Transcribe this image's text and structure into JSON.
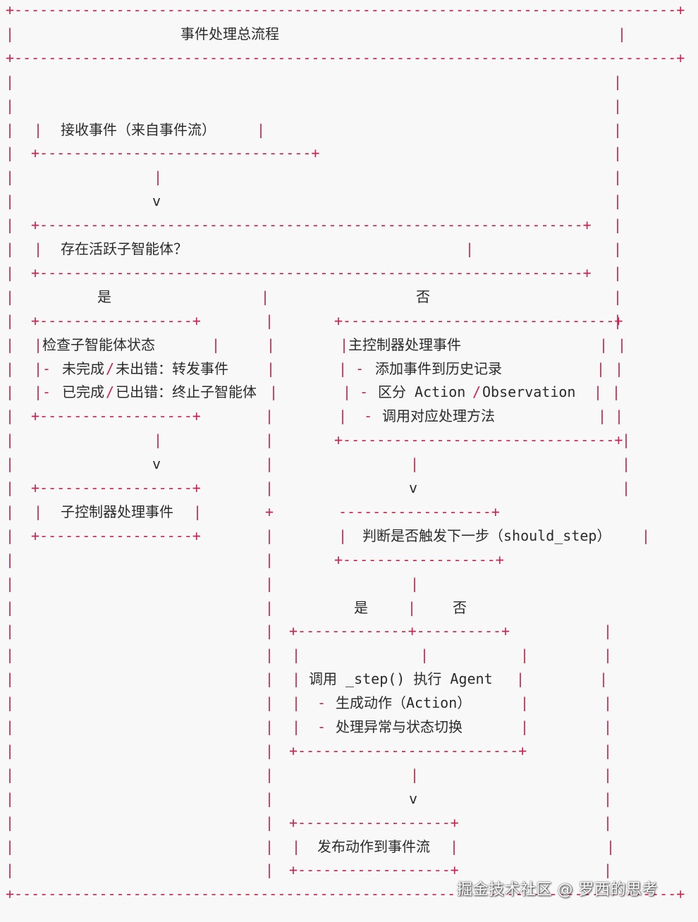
{
  "diagram": {
    "lines": [
      [
        [
          "+------------------------------------------------------------------------------+",
          "b",
          8
        ]
      ],
      [
        [
          "|",
          "b",
          8
        ],
        [
          "事件处理总流程",
          "t",
          256
        ],
        [
          "|",
          "b",
          876
        ]
      ],
      [
        [
          "+------------------------------------------------------------------------------+",
          "b",
          8
        ]
      ],
      [
        [
          "|",
          "b",
          8
        ],
        [
          "|",
          "b",
          870
        ]
      ],
      [
        [
          "|",
          "b",
          8
        ],
        [
          "|",
          "b",
          870
        ]
      ],
      [
        [
          "|",
          "b",
          8
        ],
        [
          "|",
          "b",
          48
        ],
        [
          "接收事件（来自事件流）",
          "t",
          86
        ],
        [
          "|",
          "b",
          364
        ],
        [
          "|",
          "b",
          870
        ]
      ],
      [
        [
          "|",
          "b",
          8
        ],
        [
          "+--------------------------------+",
          "b",
          44
        ],
        [
          "|",
          "b",
          870
        ]
      ],
      [
        [
          "|",
          "b",
          8
        ],
        [
          "|",
          "b",
          218
        ],
        [
          "|",
          "b",
          870
        ]
      ],
      [
        [
          "|",
          "b",
          8
        ],
        [
          "v",
          "t",
          216
        ],
        [
          "|",
          "b",
          870
        ]
      ],
      [
        [
          "|",
          "b",
          8
        ],
        [
          "+----------------------------------------------------------------+",
          "b",
          44
        ],
        [
          "|",
          "b",
          870
        ]
      ],
      [
        [
          "|",
          "b",
          8
        ],
        [
          "|",
          "b",
          48
        ],
        [
          "存在活跃子智能体？",
          "t",
          86
        ],
        [
          "|",
          "b",
          660
        ],
        [
          "|",
          "b",
          870
        ]
      ],
      [
        [
          "|",
          "b",
          8
        ],
        [
          "+----------------------------------------------------------------+",
          "b",
          44
        ],
        [
          "|",
          "b",
          870
        ]
      ],
      [
        [
          "|",
          "b",
          8
        ],
        [
          "是",
          "t",
          138
        ],
        [
          "|",
          "b",
          370
        ],
        [
          "否",
          "t",
          590
        ],
        [
          "|",
          "b",
          870
        ]
      ],
      [
        [
          "|",
          "b",
          8
        ],
        [
          "+------------------+",
          "b",
          44
        ],
        [
          "|",
          "b",
          376
        ],
        [
          "+--------------------------------+",
          "b",
          474
        ],
        [
          "|",
          "b",
          870
        ]
      ],
      [
        [
          "|",
          "b",
          8
        ],
        [
          "|",
          "b",
          48
        ],
        [
          "检查子智能体状态",
          "t",
          60
        ],
        [
          "|",
          "b",
          300
        ],
        [
          "|",
          "b",
          378
        ],
        [
          "|",
          "b",
          482
        ],
        [
          "主控制器处理事件",
          "t",
          494
        ],
        [
          "|",
          "b",
          850
        ],
        [
          "|",
          "b",
          876
        ]
      ],
      [
        [
          "|",
          "b",
          8
        ],
        [
          "|- ",
          "b",
          48
        ],
        [
          "未完成",
          "t",
          88
        ],
        [
          "/",
          "b",
          150
        ],
        [
          "未出错：转发事件",
          "t",
          164
        ],
        [
          "|",
          "b",
          378
        ],
        [
          "| - ",
          "b",
          480
        ],
        [
          "添加事件到历史记录",
          "t",
          532
        ],
        [
          "|",
          "b",
          846
        ],
        [
          "|",
          "b",
          872
        ]
      ],
      [
        [
          "|",
          "b",
          8
        ],
        [
          "|- ",
          "b",
          48
        ],
        [
          "已完成",
          "t",
          88
        ],
        [
          "/",
          "b",
          150
        ],
        [
          "已出错：终止子智能体",
          "t",
          164
        ],
        [
          "|",
          "b",
          382
        ],
        [
          "| - ",
          "b",
          486
        ],
        [
          "区分 Action",
          "t",
          536
        ],
        [
          "/",
          "b",
          670
        ],
        [
          "Observation",
          "t",
          684
        ],
        [
          "|",
          "b",
          842
        ],
        [
          "|",
          "b",
          868
        ]
      ],
      [
        [
          "|",
          "b",
          8
        ],
        [
          "+------------------+",
          "b",
          44
        ],
        [
          "|",
          "b",
          376
        ],
        [
          "|  - ",
          "b",
          480
        ],
        [
          "调用对应处理方法",
          "t",
          542
        ],
        [
          "|",
          "b",
          848
        ],
        [
          "|",
          "b",
          872
        ]
      ],
      [
        [
          "|",
          "b",
          8
        ],
        [
          "|",
          "b",
          218
        ],
        [
          "|",
          "b",
          376
        ],
        [
          "+--------------------------------+",
          "b",
          474
        ],
        [
          "|",
          "b",
          882
        ]
      ],
      [
        [
          "|",
          "b",
          8
        ],
        [
          "v",
          "t",
          216
        ],
        [
          "|",
          "b",
          376
        ],
        [
          "|",
          "b",
          582
        ],
        [
          "|",
          "b",
          882
        ]
      ],
      [
        [
          "|",
          "b",
          8
        ],
        [
          "+------------------+",
          "b",
          44
        ],
        [
          "|",
          "b",
          376
        ],
        [
          "v",
          "t",
          580
        ],
        [
          "|",
          "b",
          882
        ]
      ],
      [
        [
          "|",
          "b",
          8
        ],
        [
          "|",
          "b",
          48
        ],
        [
          "子控制器处理事件",
          "t",
          86
        ],
        [
          "|",
          "b",
          274
        ],
        [
          "+",
          "b",
          376
        ],
        [
          "------------------+",
          "b",
          480
        ]
      ],
      [
        [
          "|",
          "b",
          8
        ],
        [
          "+------------------+",
          "b",
          44
        ],
        [
          "|",
          "b",
          376
        ],
        [
          "|",
          "b",
          480
        ],
        [
          "判断是否触发下一步（should_step）",
          "t",
          514
        ],
        [
          "|",
          "b",
          910
        ]
      ],
      [
        [
          "|",
          "b",
          8
        ],
        [
          "|",
          "b",
          376
        ],
        [
          "+------------------+",
          "b",
          474
        ]
      ],
      [
        [
          "|",
          "b",
          8
        ],
        [
          "|",
          "b",
          376
        ],
        [
          "|",
          "b",
          582
        ]
      ],
      [
        [
          "|",
          "b",
          8
        ],
        [
          "|",
          "b",
          376
        ],
        [
          "是",
          "t",
          502
        ],
        [
          "|",
          "b",
          578
        ],
        [
          "否",
          "t",
          642
        ]
      ],
      [
        [
          "|",
          "b",
          8
        ],
        [
          "|",
          "b",
          376
        ],
        [
          "+-------------+----------+",
          "b",
          410
        ],
        [
          "|",
          "b",
          856
        ]
      ],
      [
        [
          "|",
          "b",
          8
        ],
        [
          "|",
          "b",
          376
        ],
        [
          "|",
          "b",
          414
        ],
        [
          "|",
          "b",
          596
        ],
        [
          "|",
          "b",
          738
        ],
        [
          "|",
          "b",
          856
        ]
      ],
      [
        [
          "|",
          "b",
          8
        ],
        [
          "|",
          "b",
          376
        ],
        [
          "|",
          "b",
          414
        ],
        [
          "调用 _step() 执行 Agent",
          "t",
          438
        ],
        [
          "|",
          "b",
          732
        ],
        [
          "|",
          "b",
          850
        ]
      ],
      [
        [
          "|",
          "b",
          8
        ],
        [
          "|",
          "b",
          376
        ],
        [
          "|",
          "b",
          414
        ],
        [
          "- ",
          "b",
          450
        ],
        [
          "生成动作（Action）",
          "t",
          476
        ],
        [
          "|",
          "b",
          738
        ],
        [
          "|",
          "b",
          856
        ]
      ],
      [
        [
          "|",
          "b",
          8
        ],
        [
          "|",
          "b",
          376
        ],
        [
          "|",
          "b",
          414
        ],
        [
          "- ",
          "b",
          450
        ],
        [
          "处理异常与状态切换",
          "t",
          476
        ],
        [
          "|",
          "b",
          738
        ],
        [
          "|",
          "b",
          856
        ]
      ],
      [
        [
          "|",
          "b",
          8
        ],
        [
          "|",
          "b",
          376
        ],
        [
          "+--------------------------+",
          "b",
          410
        ],
        [
          "|",
          "b",
          856
        ]
      ],
      [
        [
          "|",
          "b",
          8
        ],
        [
          "|",
          "b",
          376
        ],
        [
          "|",
          "b",
          582
        ],
        [
          "|",
          "b",
          856
        ]
      ],
      [
        [
          "|",
          "b",
          8
        ],
        [
          "|",
          "b",
          376
        ],
        [
          "v",
          "t",
          580
        ],
        [
          "|",
          "b",
          856
        ]
      ],
      [
        [
          "|",
          "b",
          8
        ],
        [
          "|",
          "b",
          376
        ],
        [
          "+------------------+",
          "b",
          410
        ],
        [
          "|",
          "b",
          856
        ]
      ],
      [
        [
          "|",
          "b",
          8
        ],
        [
          "|",
          "b",
          376
        ],
        [
          "|",
          "b",
          414
        ],
        [
          "发布动作到事件流",
          "t",
          450
        ],
        [
          "|",
          "b",
          638
        ],
        [
          "|",
          "b",
          860
        ]
      ],
      [
        [
          "|",
          "b",
          8
        ],
        [
          "|",
          "b",
          376
        ],
        [
          "+------------------+",
          "b",
          410
        ],
        [
          "|",
          "b",
          856
        ]
      ],
      [
        [
          "+------------------------------------------------------------------------------+",
          "b",
          8
        ]
      ]
    ]
  },
  "watermark": "掘金技术社区 @ 罗西的思考"
}
